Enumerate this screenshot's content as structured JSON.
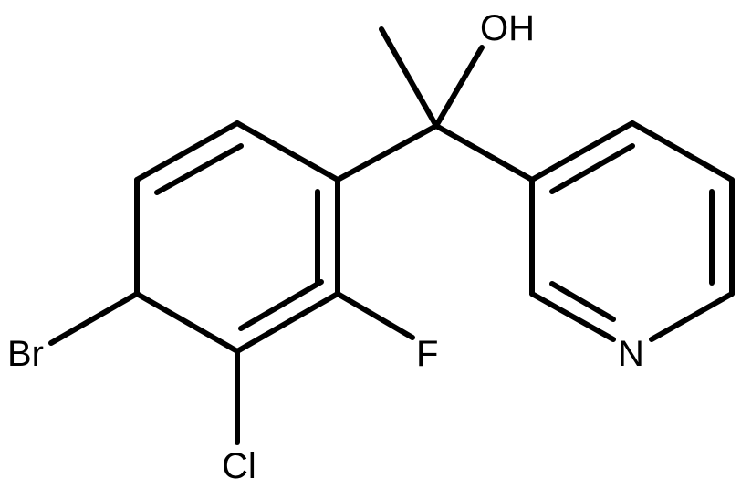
{
  "molecule": {
    "atoms": {
      "oh": "OH",
      "br": "Br",
      "f": "F",
      "cl": "Cl",
      "n": "N"
    },
    "line_color": "#000000",
    "background": "#ffffff"
  }
}
